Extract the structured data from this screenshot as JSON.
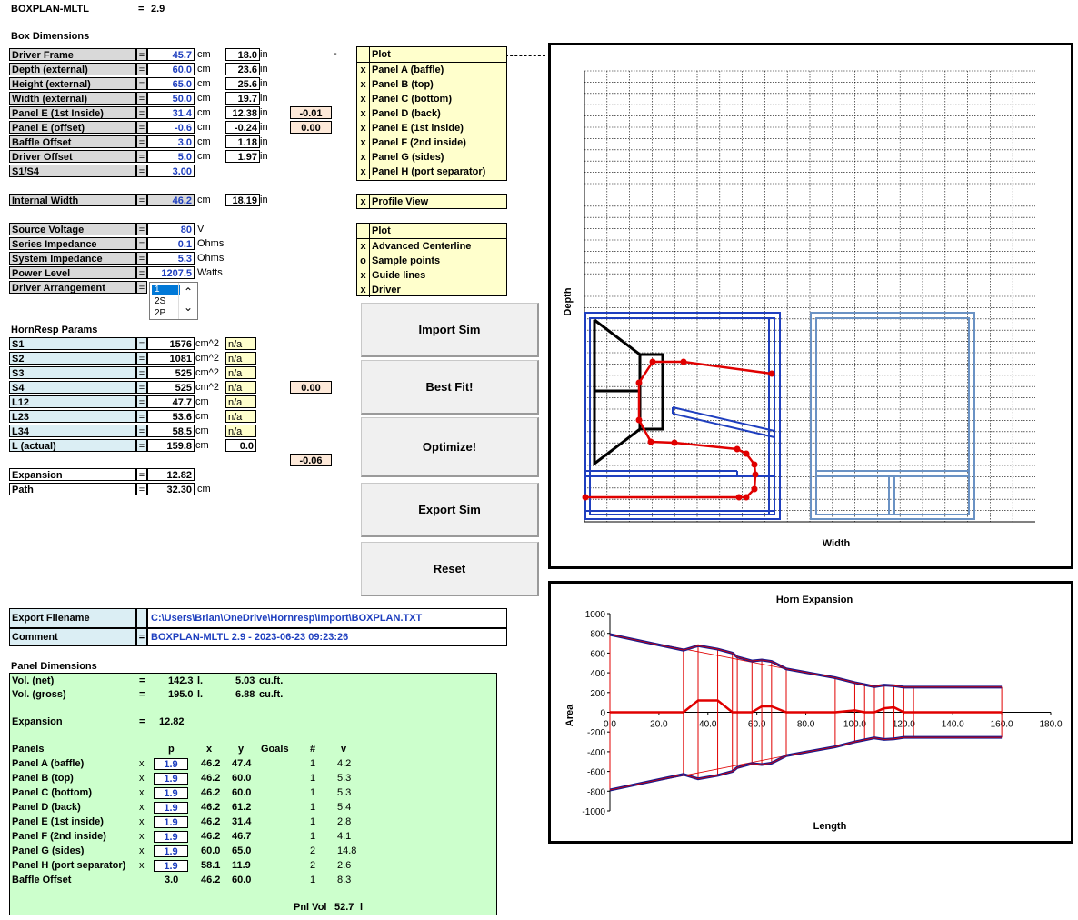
{
  "header": {
    "title": "BOXPLAN-MLTL",
    "eq": "=",
    "version": "2.9",
    "dash": "-"
  },
  "box": {
    "title": "Box Dimensions",
    "rows": [
      {
        "label": "Driver Frame",
        "value": "45.7",
        "unit": "cm",
        "inch": "18.0",
        "iunit": "in"
      },
      {
        "label": "Depth (external)",
        "value": "60.0",
        "unit": "cm",
        "inch": "23.6",
        "iunit": "in"
      },
      {
        "label": "Height (external)",
        "value": "65.0",
        "unit": "cm",
        "inch": "25.6",
        "iunit": "in"
      },
      {
        "label": "Width (external)",
        "value": "50.0",
        "unit": "cm",
        "inch": "19.7",
        "iunit": "in"
      },
      {
        "label": "Panel E (1st Inside)",
        "value": "31.4",
        "unit": "cm",
        "inch": "12.38",
        "iunit": "in"
      },
      {
        "label": "Panel E (offset)",
        "value": "-0.6",
        "unit": "cm",
        "inch": "-0.24",
        "iunit": "in"
      },
      {
        "label": "Baffle Offset",
        "value": "3.0",
        "unit": "cm",
        "inch": "1.18",
        "iunit": "in"
      },
      {
        "label": "Driver Offset",
        "value": "5.0",
        "unit": "cm",
        "inch": "1.97",
        "iunit": "in"
      },
      {
        "label": "S1/S4",
        "value": "3.00",
        "unit": "",
        "inch": "",
        "iunit": ""
      }
    ],
    "adj1": "-0.01",
    "adj2": "0.00",
    "internal": {
      "label": "Internal Width",
      "value": "46.2",
      "unit": "cm",
      "inch": "18.19",
      "iunit": "in"
    }
  },
  "plot1": {
    "header": "Plot",
    "items": [
      {
        "mark": "x",
        "label": "Panel A (baffle)"
      },
      {
        "mark": "x",
        "label": "Panel B (top)"
      },
      {
        "mark": "x",
        "label": "Panel C (bottom)"
      },
      {
        "mark": "x",
        "label": "Panel D (back)"
      },
      {
        "mark": "x",
        "label": "Panel E (1st inside)"
      },
      {
        "mark": "x",
        "label": "Panel F (2nd inside)"
      },
      {
        "mark": "x",
        "label": "Panel G (sides)"
      },
      {
        "mark": "x",
        "label": "Panel H (port separator)"
      }
    ],
    "profile": {
      "mark": "x",
      "label": "Profile View"
    }
  },
  "plot2": {
    "header": "Plot",
    "items": [
      {
        "mark": "x",
        "label": "Advanced Centerline"
      },
      {
        "mark": "o",
        "label": "Sample points"
      },
      {
        "mark": "x",
        "label": "Guide lines"
      },
      {
        "mark": "x",
        "label": "Driver"
      }
    ]
  },
  "source": {
    "rows": [
      {
        "label": "Source Voltage",
        "value": "80",
        "unit": "V"
      },
      {
        "label": "Series Impedance",
        "value": "0.1",
        "unit": "Ohms"
      },
      {
        "label": "System Impedance",
        "value": "5.3",
        "unit": "Ohms"
      },
      {
        "label": "Power Level",
        "value": "1207.5",
        "unit": "Watts"
      }
    ],
    "arrangement": {
      "label": "Driver Arrangement",
      "options": [
        "1",
        "2S",
        "2P"
      ]
    }
  },
  "horn": {
    "title": "HornResp Params",
    "rows": [
      {
        "label": "S1",
        "value": "1576",
        "unit": "cm^2",
        "na": "n/a"
      },
      {
        "label": "S2",
        "value": "1081",
        "unit": "cm^2",
        "na": "n/a"
      },
      {
        "label": "S3",
        "value": "525",
        "unit": "cm^2",
        "na": "n/a"
      },
      {
        "label": "S4",
        "value": "525",
        "unit": "cm^2",
        "na": "n/a"
      },
      {
        "label": "L12",
        "value": "47.7",
        "unit": "cm",
        "na": "n/a"
      },
      {
        "label": "L23",
        "value": "53.6",
        "unit": "cm",
        "na": "n/a"
      },
      {
        "label": "L34",
        "value": "58.5",
        "unit": "cm",
        "na": "n/a"
      },
      {
        "label": "L (actual)",
        "value": "159.8",
        "unit": "cm",
        "na": "0.0"
      }
    ],
    "adjS4": "0.00",
    "adjL": "-0.06",
    "expansion": {
      "label": "Expansion",
      "value": "12.82"
    },
    "path": {
      "label": "Path",
      "value": "32.30",
      "unit": "cm"
    }
  },
  "buttons": {
    "import": "Import Sim",
    "bestfit": "Best Fit!",
    "optimize": "Optimize!",
    "export": "Export Sim",
    "reset": "Reset"
  },
  "file": {
    "filename_label": "Export Filename",
    "filename": "C:\\Users\\Brian\\OneDrive\\Hornresp\\Import\\BOXPLAN.TXT",
    "comment_label": "Comment",
    "comment": "BOXPLAN-MLTL 2.9 - 2023-06-23 09:23:26"
  },
  "panels": {
    "title": "Panel Dimensions",
    "volnet": {
      "label": "Vol. (net)",
      "l": "142.3",
      "lu": "l.",
      "cf": "5.03",
      "cfu": "cu.ft."
    },
    "volgross": {
      "label": "Vol. (gross)",
      "l": "195.0",
      "lu": "l.",
      "cf": "6.88",
      "cfu": "cu.ft."
    },
    "expansion": {
      "label": "Expansion",
      "value": "12.82"
    },
    "headers": {
      "panels": "Panels",
      "p": "p",
      "x": "x",
      "y": "y",
      "goals": "Goals",
      "n": "#",
      "v": "v"
    },
    "rows": [
      {
        "name": "Panel A (baffle)",
        "mark": "x",
        "p": "1.9",
        "x": "46.2",
        "y": "47.4",
        "n": "1",
        "v": "4.2"
      },
      {
        "name": "Panel B (top)",
        "mark": "x",
        "p": "1.9",
        "x": "46.2",
        "y": "60.0",
        "n": "1",
        "v": "5.3"
      },
      {
        "name": "Panel C (bottom)",
        "mark": "x",
        "p": "1.9",
        "x": "46.2",
        "y": "60.0",
        "n": "1",
        "v": "5.3"
      },
      {
        "name": "Panel D (back)",
        "mark": "x",
        "p": "1.9",
        "x": "46.2",
        "y": "61.2",
        "n": "1",
        "v": "5.4"
      },
      {
        "name": "Panel E (1st inside)",
        "mark": "x",
        "p": "1.9",
        "x": "46.2",
        "y": "31.4",
        "n": "1",
        "v": "2.8"
      },
      {
        "name": "Panel F (2nd inside)",
        "mark": "x",
        "p": "1.9",
        "x": "46.2",
        "y": "46.7",
        "n": "1",
        "v": "4.1"
      },
      {
        "name": "Panel G (sides)",
        "mark": "x",
        "p": "1.9",
        "x": "60.0",
        "y": "65.0",
        "n": "2",
        "v": "14.8"
      },
      {
        "name": "Panel H (port separator)",
        "mark": "x",
        "p": "1.9",
        "x": "58.1",
        "y": "11.9",
        "n": "2",
        "v": "2.6"
      },
      {
        "name": "Baffle Offset",
        "mark": "",
        "p": "3.0",
        "x": "46.2",
        "y": "60.0",
        "n": "1",
        "v": "8.3"
      }
    ],
    "pnl": {
      "label": "Pnl Vol",
      "value": "52.7",
      "unit": "l"
    }
  },
  "profile_chart": {
    "ylabel": "Depth",
    "xlabel": "Width"
  },
  "horn_chart": {
    "title": "Horn Expansion",
    "xlabel": "Length",
    "ylabel": "Area",
    "xlim": [
      0,
      180
    ],
    "ylim": [
      -1000,
      1000
    ],
    "xticks": [
      "0.0",
      "20.0",
      "40.0",
      "60.0",
      "80.0",
      "100.0",
      "120.0",
      "140.0",
      "160.0",
      "180.0"
    ],
    "yticks": [
      "1000",
      "800",
      "600",
      "400",
      "200",
      "0",
      "-200",
      "-400",
      "-600",
      "-800",
      "-1000"
    ],
    "colors": {
      "area": "#1a1a8c",
      "guide": "#e00000"
    },
    "upper": [
      [
        0,
        788
      ],
      [
        30,
        630
      ],
      [
        36,
        675
      ],
      [
        44,
        640
      ],
      [
        50,
        600
      ],
      [
        52,
        560
      ],
      [
        58,
        520
      ],
      [
        62,
        530
      ],
      [
        66,
        515
      ],
      [
        72,
        440
      ],
      [
        92,
        350
      ],
      [
        100,
        300
      ],
      [
        104,
        280
      ],
      [
        108,
        260
      ],
      [
        112,
        275
      ],
      [
        116,
        270
      ],
      [
        120,
        255
      ],
      [
        124,
        255
      ],
      [
        160,
        255
      ]
    ],
    "spine": [
      [
        0,
        0
      ],
      [
        30,
        0
      ],
      [
        36,
        120
      ],
      [
        44,
        120
      ],
      [
        50,
        0
      ],
      [
        58,
        0
      ],
      [
        62,
        60
      ],
      [
        66,
        60
      ],
      [
        72,
        0
      ],
      [
        92,
        0
      ],
      [
        100,
        20
      ],
      [
        104,
        0
      ],
      [
        108,
        0
      ],
      [
        112,
        40
      ],
      [
        116,
        50
      ],
      [
        120,
        0
      ],
      [
        160,
        0
      ]
    ]
  }
}
